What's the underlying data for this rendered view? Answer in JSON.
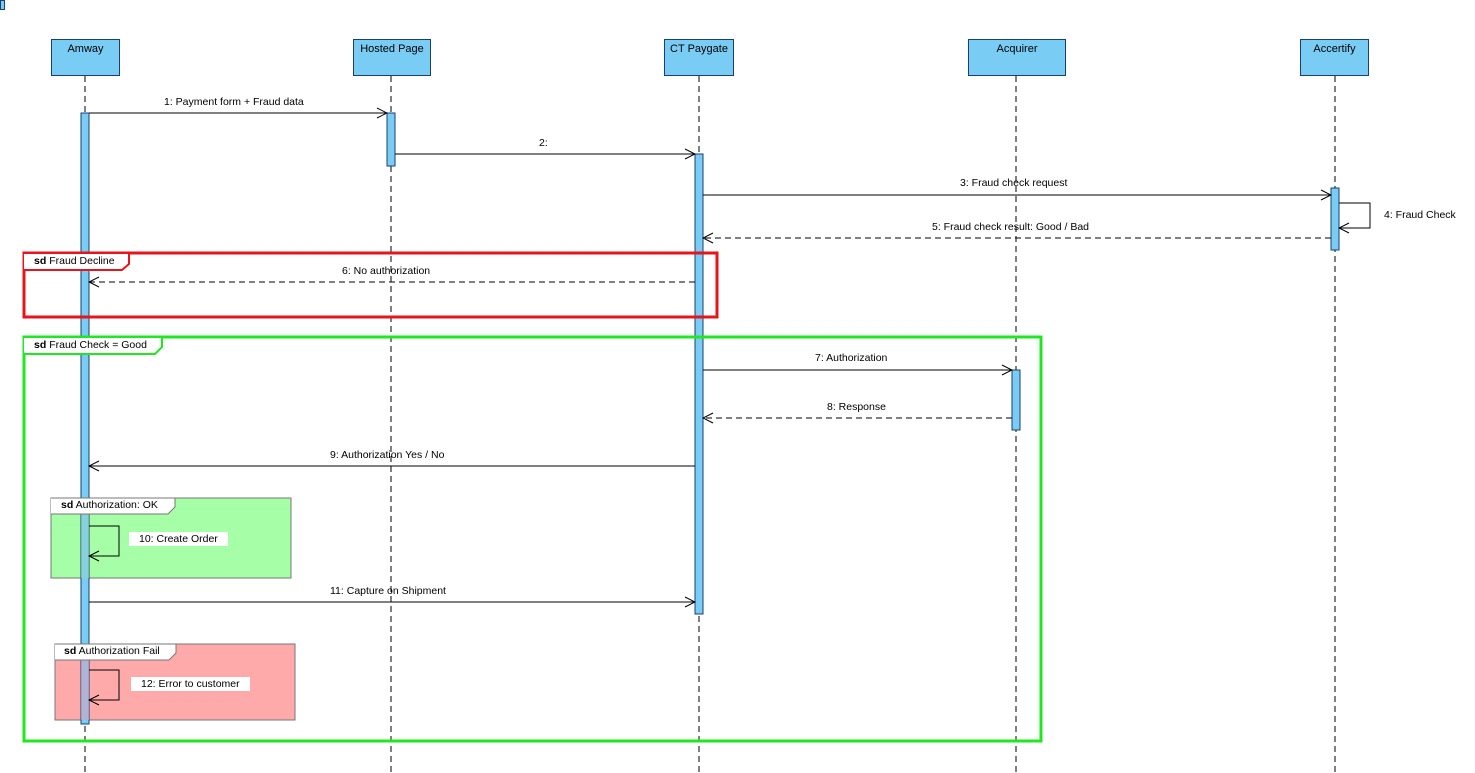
{
  "lifelines": [
    {
      "name": "Amway"
    },
    {
      "name": "Hosted Page"
    },
    {
      "name": "CT Paygate"
    },
    {
      "name": "Acquirer"
    },
    {
      "name": "Accertify"
    }
  ],
  "messages": {
    "m1": "1: Payment form + Fraud data",
    "m2": "2:",
    "m3": "3: Fraud check request",
    "m4": "4: Fraud Check",
    "m5": "5: Fraud check result: Good / Bad",
    "m6": "6: No authorization",
    "m7": "7: Authorization",
    "m8": "8: Response",
    "m9": "9: Authorization Yes / No",
    "m10": "10:  Create Order",
    "m11": "11: Capture on Shipment",
    "m12": "12: Error to customer"
  },
  "frames": {
    "fraud_decline": {
      "keyword": "sd",
      "title": "Fraud Decline"
    },
    "fraud_good": {
      "keyword": "sd",
      "title": "Fraud Check = Good"
    },
    "auth_ok": {
      "keyword": "sd",
      "title": "Authorization: OK"
    },
    "auth_fail": {
      "keyword": "sd",
      "title": "Authorization Fail"
    }
  },
  "colors": {
    "lifeline_fill": "#79cdf4",
    "fraud_decline_border": "#e8141c",
    "fraud_good_border": "#1ee81e",
    "auth_ok_fill": "#a6ffa6",
    "auth_fail_fill": "#ffaaaa"
  }
}
